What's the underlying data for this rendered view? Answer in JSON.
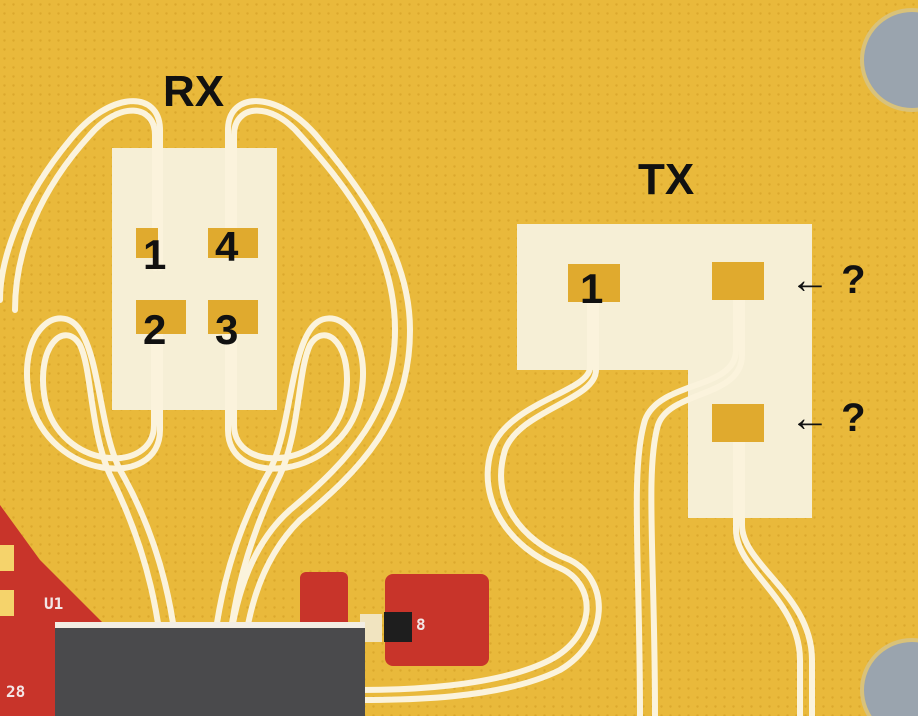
{
  "labels": {
    "rx": "RX",
    "tx": "TX",
    "rx_pad_1": "1",
    "rx_pad_2": "2",
    "rx_pad_3": "3",
    "rx_pad_4": "4",
    "tx_pad_1": "1",
    "arrow_top": "← ?",
    "arrow_bottom": "← ?"
  },
  "silkscreen": {
    "component": "U1",
    "pin": "28",
    "part_mark": "8"
  },
  "colors": {
    "board": "#e9b93b",
    "antenna_area": "#f6efd6",
    "trace": "#fbf3dc",
    "pad": "#e0aa2e",
    "solder_mask_red": "#c8342a",
    "chip": "#4a4a4c",
    "mounting_hole": "#9aa4ae"
  }
}
